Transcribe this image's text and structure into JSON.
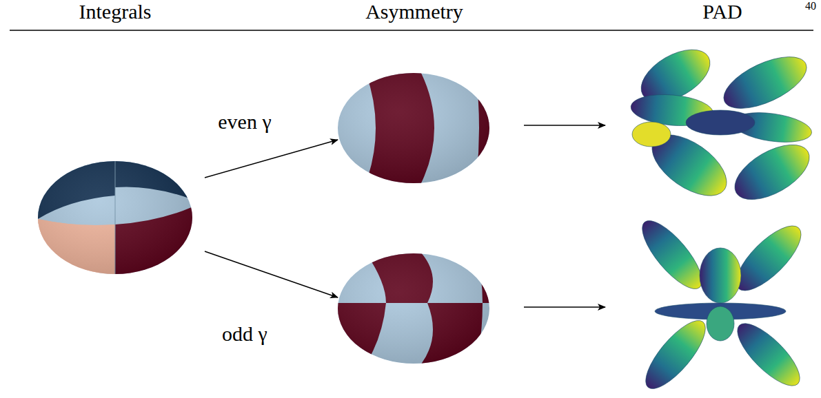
{
  "diagram": {
    "labels": [
      "Integrals",
      "Asymmetry",
      "PAD",
      "40",
      "even γ",
      "odd γ"
    ]
  }
}
